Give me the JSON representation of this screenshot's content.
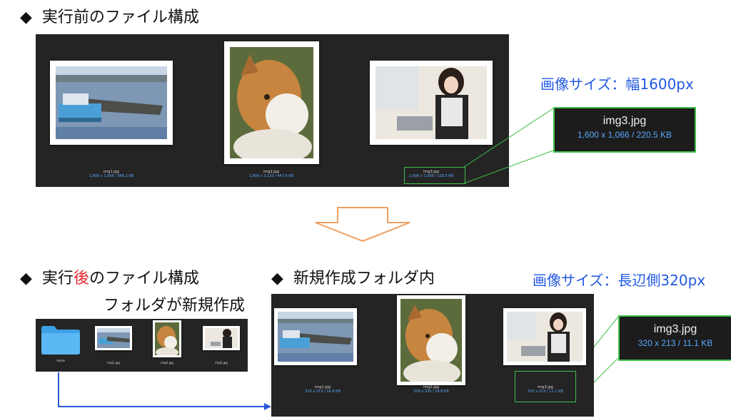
{
  "before": {
    "heading": "実行前のファイル構成",
    "size_note": "画像サイズ：幅1600px",
    "files": [
      {
        "name": "img1.jpg",
        "meta": "1,600 x 1,066 / 566.2 KB"
      },
      {
        "name": "img2.jpg",
        "meta": "1,600 x 2,133 / 447.6 KB"
      },
      {
        "name": "img3.jpg",
        "meta": "1,600 x 1,066 / 220.5 KB"
      }
    ],
    "callout": {
      "name": "img3.jpg",
      "meta": "1,600 x 1,066 / 220.5 KB"
    }
  },
  "after": {
    "heading_prefix": "実行",
    "heading_highlight": "後",
    "heading_suffix": "のファイル構成",
    "sub_heading": "フォルダが新規作成",
    "folder_label": "resize",
    "files": [
      {
        "name": "img1.jpg",
        "meta": ""
      },
      {
        "name": "img2.jpg",
        "meta": ""
      },
      {
        "name": "img3.jpg",
        "meta": ""
      }
    ]
  },
  "new_folder": {
    "heading": "新規作成フォルダ内",
    "size_note": "画像サイズ：長辺側320px",
    "files": [
      {
        "name": "img1.jpg",
        "meta": "320 x 213 / 16.8 KB"
      },
      {
        "name": "img2.jpg",
        "meta": "320 x 320 / 14.8 KB"
      },
      {
        "name": "img3.jpg",
        "meta": "320 x 213 / 11.1 KB"
      }
    ],
    "callout": {
      "name": "img3.jpg",
      "meta": "320 x 213 / 11.1 KB"
    }
  },
  "icons": {
    "bullet": "◆",
    "down_arrow": "down-arrow-outline",
    "folder": "folder-icon"
  },
  "colors": {
    "panel_bg": "#242424",
    "highlight_green": "#3fbf4c",
    "note_blue": "#2259e0",
    "emphasis_red": "#e8262a",
    "arrow_orange": "#f0a060",
    "connector_blue": "#2a58d6"
  }
}
